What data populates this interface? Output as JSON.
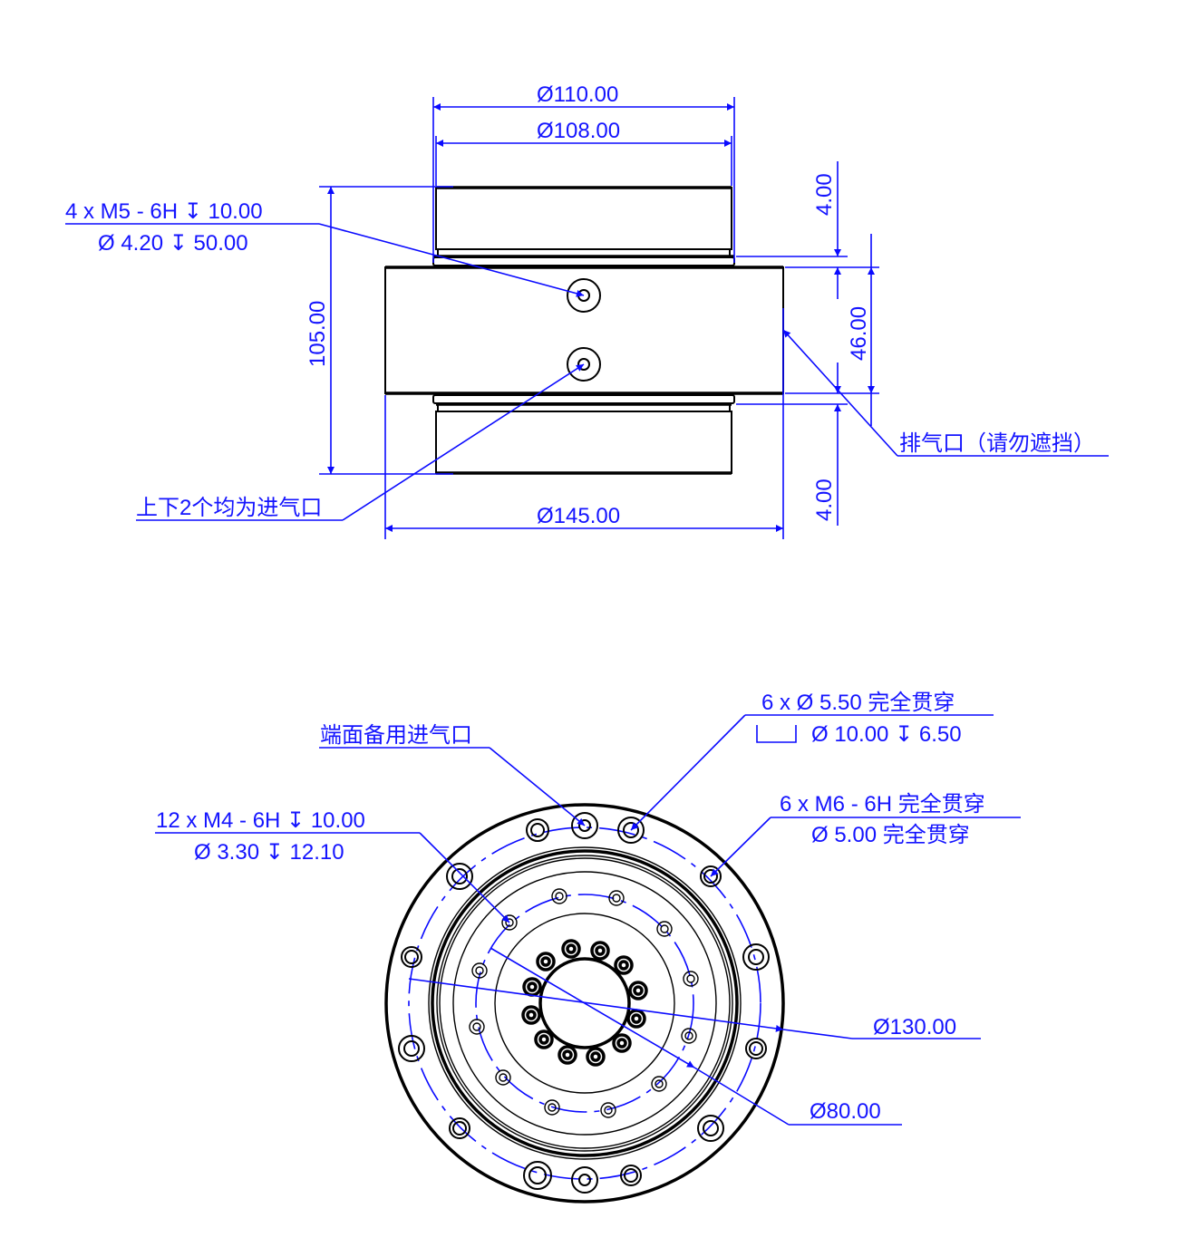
{
  "side_view": {
    "dia_110": "Ø110.00",
    "dia_108": "Ø108.00",
    "dia_145": "Ø145.00",
    "height_105": "105.00",
    "height_46": "46.00",
    "gap_top": "4.00",
    "gap_bottom": "4.00",
    "thread_note_line1": "4 x  M5 - 6H ↧ 10.00",
    "thread_note_line2": "Ø 4.20 ↧ 50.00",
    "inlet_note": "上下2个均为进气口",
    "exhaust_note": "排气口（请勿遮挡）"
  },
  "end_view": {
    "spare_inlet_note": "端面备用进气口",
    "thread_m4_line1": "12 x  M4 - 6H ↧ 10.00",
    "thread_m4_line2": "Ø 3.30 ↧ 12.10",
    "through_hole_line1": "6 x  Ø  5.50 完全贯穿",
    "through_hole_line2": "Ø  10.00 ↧ 6.50",
    "thread_m6_line1": "6 x  M6 - 6H 完全贯穿",
    "thread_m6_line2": "Ø  5.00 完全贯穿",
    "dia_130": "Ø130.00",
    "dia_80": "Ø80.00"
  },
  "colors": {
    "dimension": "#0a0aff",
    "outline": "#000000"
  }
}
